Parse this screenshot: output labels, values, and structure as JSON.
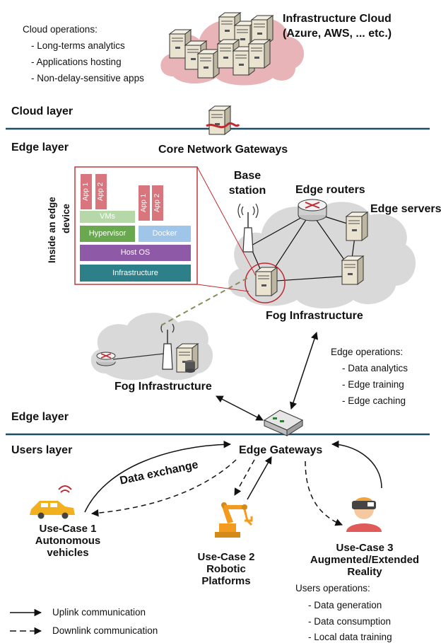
{
  "cloud": {
    "title_line1": "Infrastructure Cloud",
    "title_line2": "(Azure, AWS, ... etc.)",
    "ops_heading": "Cloud operations:",
    "ops": [
      "- Long-terms analytics",
      "- Applications hosting",
      "- Non-delay-sensitive apps"
    ]
  },
  "layers": {
    "cloud_layer": "Cloud layer",
    "edge_layer_top": "Edge layer",
    "edge_layer_bottom": "Edge layer",
    "users_layer": "Users layer"
  },
  "edge": {
    "core_gateways": "Core Network Gateways",
    "base_station_1": "Base",
    "base_station_2": "station",
    "edge_routers": "Edge routers",
    "edge_servers": "Edge servers",
    "fog_infra_right": "Fog Infrastructure",
    "fog_infra_left": "Fog Infrastructure",
    "inside_device_1": "Inside an edge",
    "inside_device_2": "device",
    "stack": {
      "app1": "App 1",
      "app2": "App 2",
      "vms": "VMs",
      "hypervisor": "Hypervisor",
      "docker": "Docker",
      "host_os": "Host OS",
      "infrastructure": "Infrastructure"
    },
    "ops_heading": "Edge operations:",
    "ops": [
      "- Data analytics",
      "- Edge training",
      "- Edge caching"
    ]
  },
  "users": {
    "edge_gateways": "Edge Gateways",
    "data_exchange": "Data exchange",
    "uc1": [
      "Use-Case 1",
      "Autonomous",
      "vehicles"
    ],
    "uc2": [
      "Use-Case 2",
      "Robotic",
      "Platforms"
    ],
    "uc3": [
      "Use-Case 3",
      "Augmented/Extended",
      "Reality"
    ],
    "ops_heading": "Users operations:",
    "ops": [
      "- Data generation",
      "- Data consumption",
      "- Local data training"
    ]
  },
  "legend": {
    "uplink": "Uplink communication",
    "downlink": "Downlink communication"
  },
  "colors": {
    "cloud_pink": "#e8b4b8",
    "fog_gray": "#d9d9d9",
    "layer_line": "#1f4e64",
    "highlight_red": "#c0292f",
    "app_pink": "#d9767d",
    "vms_green": "#b6d7a8",
    "hypervisor_green": "#6aa84f",
    "docker_blue": "#9fc5e8",
    "hostos_purple": "#8e5aa8",
    "infra_teal": "#2d7f8a",
    "car_yellow": "#f2b01e",
    "robot_orange": "#f29b1e"
  }
}
